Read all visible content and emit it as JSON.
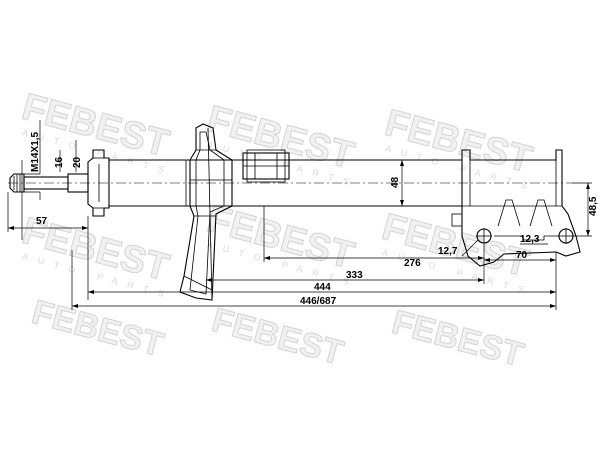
{
  "watermark": {
    "brand": "FEBEST",
    "subtitle": "AUTO PARTS"
  },
  "dimensions": {
    "thread": "M14X1,5",
    "d16": "16",
    "d20": "20",
    "d57": "57",
    "d48": "48",
    "d12_7": "12,7",
    "d276": "276",
    "d12_3": "12,3",
    "d70": "70",
    "d48_5": "48,5",
    "d333": "333",
    "d444": "444",
    "d446_687": "446/687"
  },
  "colors": {
    "line": "#000000",
    "watermark_fill": "#f1f1f1",
    "watermark_stroke": "#d4d4d4"
  }
}
